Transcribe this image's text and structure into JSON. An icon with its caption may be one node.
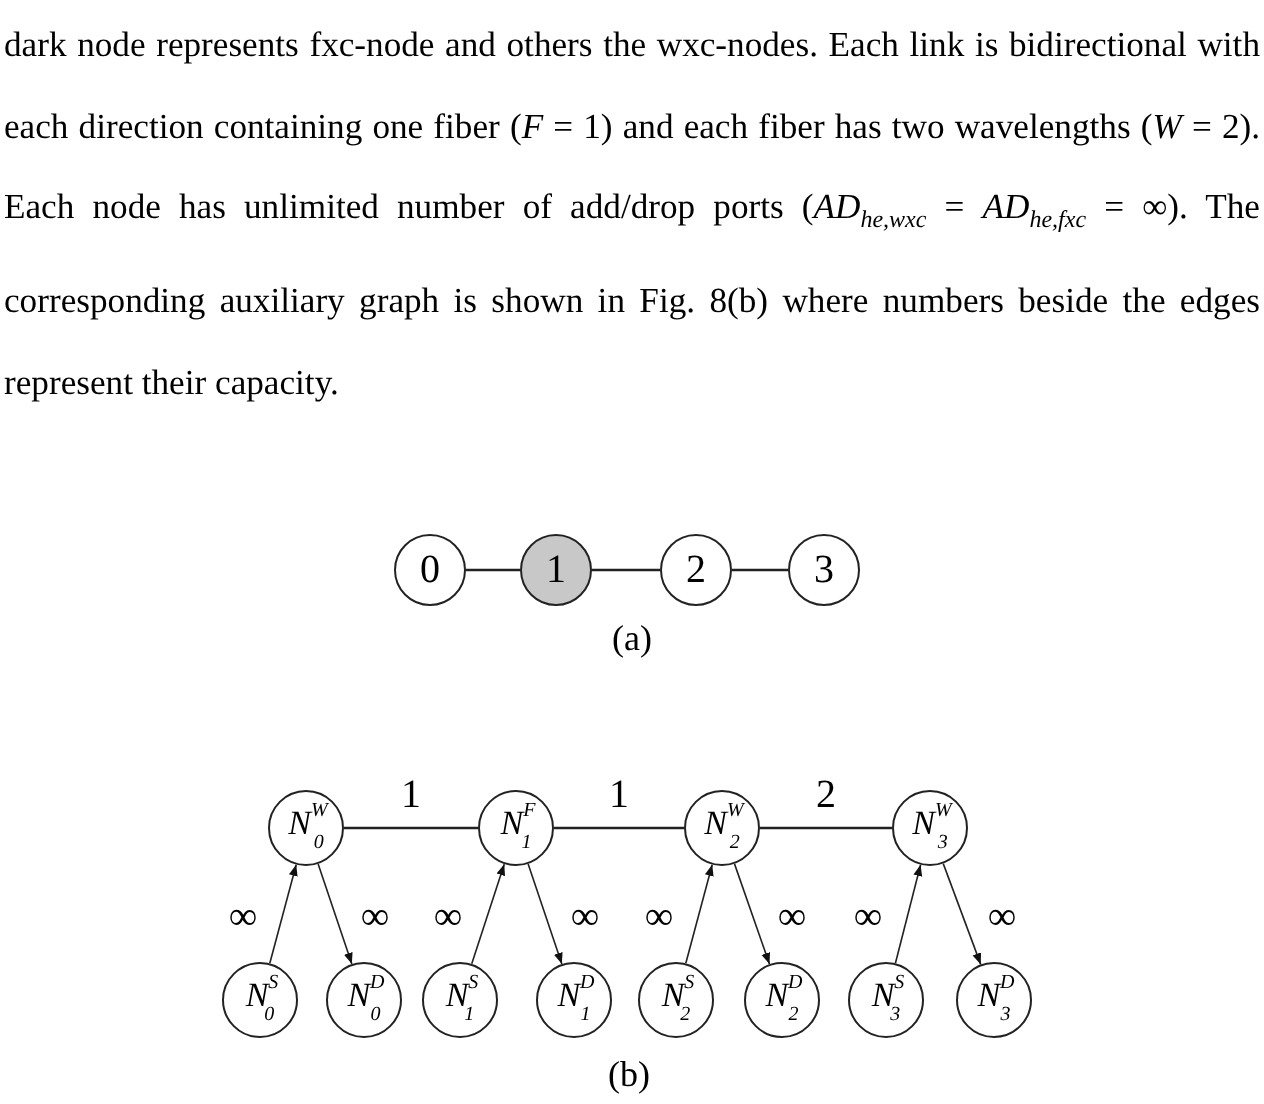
{
  "diagram": {
    "nodes": [
      {
        "text": [
          "0"
        ]
      },
      {
        "text": [
          "1"
        ]
      },
      {
        "text": [
          "2"
        ]
      },
      {
        "text": [
          "3"
        ]
      },
      {
        "text": [
          "*N*$^{W}$$_{0}$"
        ]
      },
      {
        "text": [
          "*N*$^{F}$$_{1}$"
        ]
      },
      {
        "text": [
          "*N*$^{W}$$_{2}$"
        ]
      },
      {
        "text": [
          "*N*$^{W}$$_{3}$"
        ]
      },
      {
        "text": [
          "*N*$^{S}$$_{0}$"
        ]
      },
      {
        "text": [
          "*N*$^{D}$$_{0}$"
        ]
      },
      {
        "text": [
          "*N*$^{S}$$_{1}$"
        ]
      },
      {
        "text": [
          "*N*$^{D}$$_{1}$"
        ]
      },
      {
        "text": [
          "*N*$^{S}$$_{2}$"
        ]
      },
      {
        "text": [
          "*N*$^{D}$$_{2}$"
        ]
      },
      {
        "text": [
          "*N*$^{S}$$_{3}$"
        ]
      },
      {
        "text": [
          "*N*$^{D}$$_{3}$"
        ]
      }
    ],
    "edges": [
      {
        "from": 0,
        "to": 1,
        "arrow": "none"
      },
      {
        "from": 1,
        "to": 2,
        "arrow": "none"
      },
      {
        "from": 2,
        "to": 3,
        "arrow": "none"
      },
      {
        "from": 4,
        "to": 5,
        "arrow": "none",
        "label": "1"
      },
      {
        "from": 5,
        "to": 6,
        "arrow": "none",
        "label": "1"
      },
      {
        "from": 6,
        "to": 7,
        "arrow": "none",
        "label": "2"
      },
      {
        "from": 8,
        "to": 4,
        "arrow": "to",
        "label": "∞"
      },
      {
        "from": 4,
        "to": 9,
        "arrow": "to",
        "label": "∞"
      },
      {
        "from": 10,
        "to": 5,
        "arrow": "to",
        "label": "∞"
      },
      {
        "from": 5,
        "to": 11,
        "arrow": "to",
        "label": "∞"
      },
      {
        "from": 12,
        "to": 6,
        "arrow": "to",
        "label": "∞"
      },
      {
        "from": 6,
        "to": 13,
        "arrow": "to",
        "label": "∞"
      },
      {
        "from": 14,
        "to": 7,
        "arrow": "to",
        "label": "∞"
      },
      {
        "from": 7,
        "to": 15,
        "arrow": "to",
        "label": "∞"
      }
    ],
    "labels": [
      "dark node represents fxc-node and others the wxc-nodes. Each link is bidirectional with each direction containing one fiber (*F* = 1) and each fiber has two wavelengths (*W* = 2). Each node has unlimited number of add/drop ports (*AD*$_{he,wxc}$ = *AD*$_{he,fxc}$ = ∞). The corresponding auxiliary graph is shown in Fig. 8(b) where numbers beside the edges represent their capacity.",
      "(a)",
      "(b)"
    ]
  }
}
